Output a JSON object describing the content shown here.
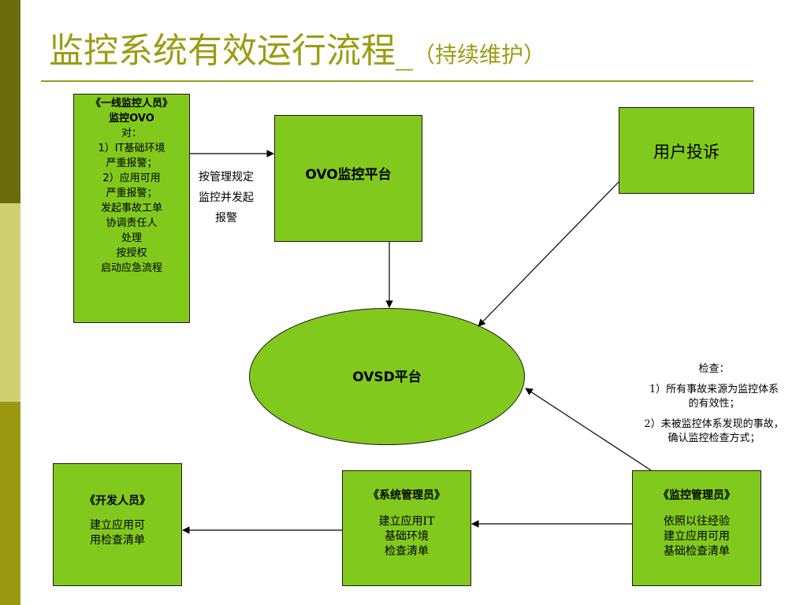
{
  "slide": {
    "title_main": "监控系统有效运行流程_",
    "title_sub": "（持续维护）"
  },
  "nodes": {
    "frontline": {
      "heading": "《一线监控人员》",
      "line2": "监控OVO",
      "lines": [
        "对：",
        "1）IT基础环境",
        "严重报警；",
        "2）应用可用",
        "严重报警；",
        "发起事故工单",
        "协调责任人",
        "处理",
        "按授权",
        "启动应急流程"
      ]
    },
    "ovo_platform": {
      "label": "OVO监控平台"
    },
    "user_complaint": {
      "label": "用户投诉"
    },
    "ovsd_platform": {
      "label": "OVSD平台"
    },
    "developer": {
      "heading": "《开发人员》",
      "lines": [
        "建立应用可",
        "用检查清单"
      ]
    },
    "sysadmin": {
      "heading": "《系统管理员》",
      "lines": [
        "建立应用IT",
        "基础环境",
        "检查清单"
      ]
    },
    "monitor_admin": {
      "heading": "《监控管理员》",
      "lines": [
        "依照以往经验",
        "建立应用可用",
        "基础检查清单"
      ]
    }
  },
  "edge_label": [
    "按管理规定",
    "监控并发起",
    "报警"
  ],
  "check_note": {
    "heading": "检查：",
    "item1_a": "1）所有事故来源为监控体系",
    "item1_b": "的有效性；",
    "item2_a": "2）未被监控体系发现的事故，",
    "item2_b": "确认监控检查方式；"
  },
  "colors": {
    "box_fill": "#82c91e",
    "title": "#9c9c15",
    "strip_dark": "#6b6b0c",
    "strip_light": "#cfcf72",
    "strip_mid": "#9a9a12"
  }
}
